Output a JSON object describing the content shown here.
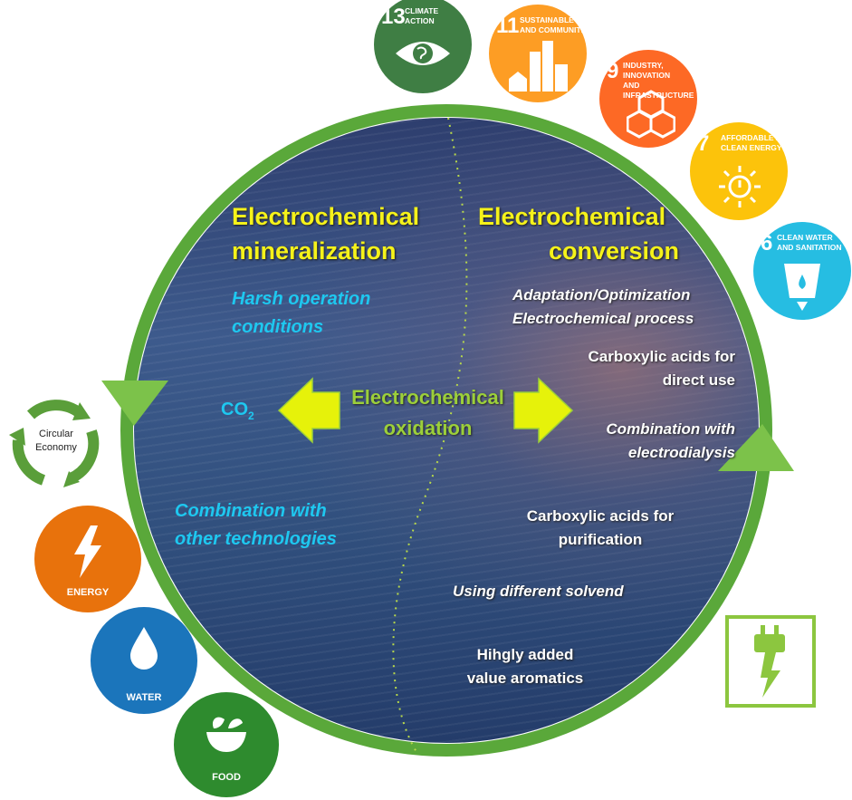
{
  "left_title": [
    "Electrochemical",
    "mineralization"
  ],
  "right_title": [
    "Electrochemical",
    "conversion"
  ],
  "center_label": [
    "Electrochemical",
    "oxidation"
  ],
  "co2": {
    "base": "CO",
    "sub": "2"
  },
  "left_items": [
    [
      "Harsh operation",
      "conditions"
    ],
    [
      "Combination with",
      "other technologies"
    ]
  ],
  "right_items": [
    {
      "lines": [
        "Adaptation/Optimization",
        "Electrochemical process"
      ],
      "style": "italic"
    },
    {
      "lines": [
        "Carboxylic acids for",
        "direct use"
      ],
      "style": "normal"
    },
    {
      "lines": [
        "Combination with",
        "electrodialysis"
      ],
      "style": "italic"
    },
    {
      "lines": [
        "Carboxylic acids for",
        "purification"
      ],
      "style": "normal"
    },
    {
      "lines": [
        "Using different solvend"
      ],
      "style": "italic"
    },
    {
      "lines": [
        "Hihgly added",
        "value aromatics"
      ],
      "style": "normal"
    }
  ],
  "sdg_icons": [
    {
      "number": "13",
      "label": [
        "CLIMATE",
        "ACTION"
      ],
      "color": "#3f7e44",
      "icon": "eye-globe-icon"
    },
    {
      "number": "11",
      "label": [
        "SUSTAINABLE CITIES",
        "AND COMMUNITIES"
      ],
      "color": "#fd9d24",
      "icon": "city-buildings-icon"
    },
    {
      "number": "9",
      "label": [
        "INDUSTRY, INNOVATION",
        "AND INFRASTRUCTURE"
      ],
      "color": "#fd6925",
      "icon": "cubes-icon"
    },
    {
      "number": "7",
      "label": [
        "AFFORDABLE AND",
        "CLEAN ENERGY"
      ],
      "color": "#fcc30b",
      "icon": "sun-power-icon"
    },
    {
      "number": "6",
      "label": [
        "CLEAN WATER",
        "AND SANITATION"
      ],
      "color": "#26bde2",
      "icon": "water-glass-icon"
    }
  ],
  "side_icons": [
    {
      "label": [
        "Circular",
        "Economy"
      ],
      "color": "#ffffff",
      "icon": "circular-arrows-icon"
    },
    {
      "label": [
        "ENERGY"
      ],
      "color": "#e8720c",
      "icon": "lightning-icon"
    },
    {
      "label": [
        "WATER"
      ],
      "color": "#1b75bb",
      "icon": "water-drop-icon"
    },
    {
      "label": [
        "FOOD"
      ],
      "color": "#2e8b2e",
      "icon": "food-bowl-icon"
    }
  ],
  "colors": {
    "ring": "#5aa83a",
    "title": "#f5f21a",
    "cyan": "#1ec8f0",
    "center": "#9ccf3a",
    "arrow": "#e6f20a",
    "plug": "#8cc63f"
  },
  "extra_icons": [
    "electric-plug-icon"
  ]
}
